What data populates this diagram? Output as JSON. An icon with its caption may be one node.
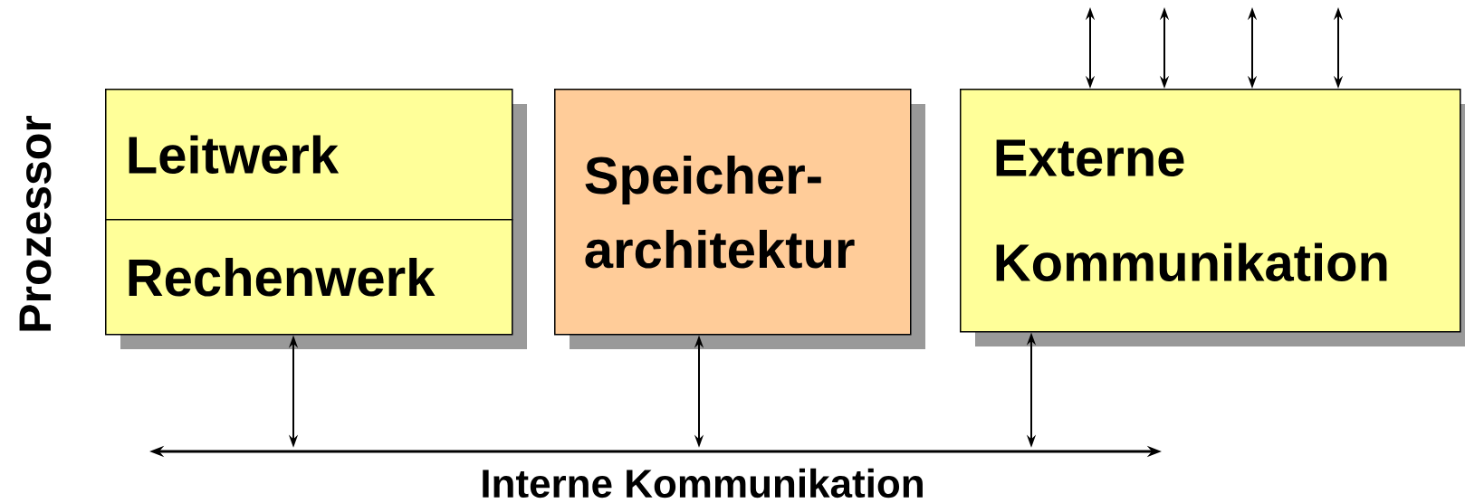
{
  "diagram": {
    "nodes": [
      {
        "text": [
          "Leitwerk"
        ]
      },
      {
        "text": [
          "Rechenwerk"
        ]
      },
      {
        "text": [
          "Speicher- architektur"
        ]
      },
      {
        "text": [
          "Externe Kommunikation"
        ]
      },
      {
        "text": [
          "Interne Kommunikation"
        ]
      }
    ],
    "edges": [
      {
        "from": 1,
        "to": 4,
        "arrow": "both"
      },
      {
        "from": 2,
        "to": 4,
        "arrow": "both"
      },
      {
        "from": 3,
        "to": 4,
        "arrow": "both"
      },
      {
        "from": null,
        "to": 3,
        "arrow": "both"
      },
      {
        "from": null,
        "to": 3,
        "arrow": "both"
      },
      {
        "from": null,
        "to": 3,
        "arrow": "both"
      },
      {
        "from": null,
        "to": 3,
        "arrow": "both"
      }
    ],
    "labels": [
      "Prozessor"
    ]
  }
}
